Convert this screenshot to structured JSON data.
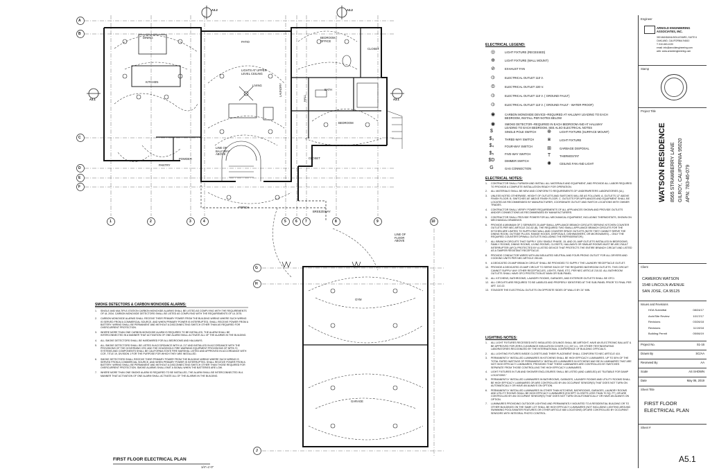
{
  "title_block": {
    "engineer_label": "Engineer",
    "engineer_name": "ARNOLD ENGINEERING ASSOCIATES, INC.",
    "engineer_address": "300 MANDANA BOULEVARD, SUITE 6",
    "engineer_city": "OAKLAND, CALIFORNIA 94610",
    "engineer_phone": "T: 510-663-1020",
    "engineer_email": "email: info@arnoldengineering.com",
    "engineer_web": "web: www.arnoldengineering.com",
    "stamp_label": "Stamp",
    "project_title_label": "Project Title",
    "project_name": "WATSON RESIDENCE",
    "project_address": "8565 STRAWBERRY LANE",
    "project_city": "GILROY, CALIFORNIA 95020",
    "project_apn": "APN: 783-46-079",
    "client_label": "Client",
    "client_name": "CAMERON WATSON",
    "client_address": "1548 LINCOLN AVENUE",
    "client_city": "SAN JOSE, CA 95125",
    "issues_label": "Issues and Revisions",
    "revisions": [
      {
        "name": "HOA Submittal",
        "date": "08/24/17"
      },
      {
        "name": "Arch/Site Review",
        "date": "10/17/17"
      },
      {
        "name": "Revisions",
        "date": "03/26/18"
      },
      {
        "name": "Revisions",
        "date": "11/19/18"
      },
      {
        "name": "Building Permit",
        "date": "05/06/19"
      }
    ],
    "project_no_label": "Project No.",
    "project_no": "S1-16",
    "drawn_by_label": "Drawn By",
    "drawn_by": "SC/AA",
    "reviewed_by_label": "Reviewed By",
    "reviewed_by": "AA",
    "scale_label": "Scale",
    "scale": "AS SHOWN",
    "date_label": "Date",
    "date": "May 06, 2019",
    "sheet_title_label": "Sheet Title",
    "sheet_title_1": "FIRST FLOOR",
    "sheet_title_2": "ELECTRICAL PLAN",
    "sheet_no_label": "Sheet #",
    "sheet_no": "A5.1"
  },
  "plan": {
    "grid_cols": [
      "1",
      "2",
      "3",
      "4",
      "5",
      "6",
      "7",
      "8",
      "9",
      "10"
    ],
    "grid_rows": [
      "A",
      "B",
      "C",
      "D",
      "E",
      "F",
      "G",
      "H",
      "J"
    ],
    "rooms": {
      "dining": "DINING",
      "kitchen": "KITCHEN",
      "patio": "PATIO",
      "living": "LIVING",
      "bedroom_office": "BEDROOM / OFFICE",
      "closet": "CLOSET",
      "bath": "BATH",
      "bedroom": "BEDROOM",
      "closet2": "CLOSET",
      "pantry": "PANTRY",
      "powder": "POWDER",
      "porch": "PORCH",
      "breezeway": "BREEZEWAY",
      "gym": "GYM",
      "garage": "GARAGE",
      "hall": "HALL",
      "laundry": "LAUNDRY"
    },
    "callouts": {
      "lights_upper": "LIGHTS AT UPPER LEVEL CEILING",
      "line_balcony": "LINE OF BALCONY ABOVE",
      "line_floor": "LINE OF FLOOR ABOVE"
    },
    "section_tags": [
      "A3.1",
      "A3.1",
      "A3.2",
      "A3.2"
    ],
    "plan_title": "FIRST FLOOR ELECTRICAL PLAN",
    "plan_scale": "1/4\"=1'-0\""
  },
  "smoke": {
    "title": "SMOKE DETECTORS & CARBON MONOXIDE ALARMS:",
    "items": [
      "SINGLE AND MULTIPLE-STATION CARBON MONOXIDE ALARMS SHALL BE LISTED AS COMPLYING WITH THE REQUIREMENTS OF UL 2034. CARBON MONOXIDE DETECTORS SHALL BE LISTED AS COMPLYING WITH THE REQUIREMENTS OF UL 2075.",
      "CARBON MONOXIDE ALARMS SHALL RECEIVE THEIR PRIMARY POWER FROM THE BUILDING WIRING WHERE SUCH WIRING IS SERVED FROM A COMMERCIAL SOURCE, AND WHEN PRIMARY POWER IS INTERRUPTED, SHALL RECEIVE POWER FROM A BATTERY. WIRING SHALL BE PERMANENT AND WITHOUT A DISCONNECTING SWITCH OTHER THAN AS REQUIRED FOR OVERCURRENT PROTECTION.",
      "WHERE MORE THAN ONE CARBON MONOXIDE ALARM IS REQUIRED TO BE INSTALLED, THE ALARM SHALL BE INTERCONNECTED IN A MANNER THAT ACTIVATION OF ONE ALARM SHALL ACTIVATE ALL OF THE ALARMS IN THE BUILDING.",
      "ALL SMOKE DETECTORS SHALL BE HARDWIRED FOR ALL BEDROOMS AND HALLWAYS.",
      "ALL SMOKE DETECTORS SHALL BE LISTED IN ACCORDANCE WITH UL 217 AND INSTALLED IN ACCORDANCE WITH THE PROVISIONS OF THE GOVERNING CRC AND THE HOUSEHOLD FIRE WARNING EQUIPMENT PROVISIONS OF NFPA 72. SYSTEMS AND COMPONENTS SHALL BE CALIFORNIA STATE FIRE MARSHAL LISTED AND APPROVED IN ACCORDANCE WITH CCR, TITLE 19, DIVISION 1 FOR THE PURPOSE FOR WHICH THEY ARE INSTALLED.",
      "SMOKE DETECTORS SHALL RECEIVE THEIR PRIMARY POWER FROM THE BUILDING WIRING WHERE SUCH WIRING IS SERVED FROM A COMMERCIAL SOURCE, AND WHEN PRIMARY POWER IS INTERRUPTED, SHALL RECEIVE POWER FROM A BATTERY. WIRING SHALL BE PERMANENT AND WITHOUT A DISCONNECTING SWITCH OTHER THAN THOSE REQUIRED FOR OVERCURRENT PROTECTION. SMOKE ALARMS SHALL EMIT A SIGNAL WHEN THE BATTERIES ARE LOW.",
      "WHERE MORE THAN ONE SMOKE ALARM IS REQUIRED TO BE INSTALLED, THE ALARM SHALL BE INTERCONNECTED IN A MANNER THAT ACTIVATION OF ONE ALARM SHALL ACTIVATE ALL OF THE ALARMS IN THE BUILDING."
    ]
  },
  "legend": {
    "title": "ELECTRICAL LEGEND:",
    "items": [
      {
        "symbol": "◎",
        "label": "LIGHT FIXTURE (RECESSED)"
      },
      {
        "symbol": "⊕",
        "label": "LIGHT FIXTURE (WALL MOUNT)"
      },
      {
        "symbol": "⊘",
        "label": "EXHAUST FAN"
      },
      {
        "symbol": "⦶",
        "label": "ELECTRICAL OUTLET 110 V."
      },
      {
        "symbol": "⦷",
        "label": "ELECTRICAL OUTLET 220 V."
      },
      {
        "symbol": "⦶",
        "label": "ELECTRICAL OUTLET 110 V. ( GROUND FAULT)"
      },
      {
        "symbol": "⦶",
        "label": "ELECTRICAL OUTLET 110 V. ( GROUND FAULT - WATER PROOF)"
      },
      {
        "symbol": "◉",
        "label": "CARBON MONOXIDE DEVICE--REQUIRED AT HALLWAY LEADING TO EACH BEDROOM, INSTALL PER NOTES BELOW"
      },
      {
        "symbol": "◉",
        "label": "SMOKE DETECTOR--REQUIRED IN EACH BEDROOM AND AT HALLWAY LEADING TO EACH BEDROOM, SEE ALSO ELECTRICAL NOTES"
      }
    ],
    "switches": [
      {
        "symbol": "$",
        "label": "SINGLE POLE SWITCH"
      },
      {
        "symbol": "$₃",
        "label": "THREE-WAY SWITCH"
      },
      {
        "symbol": "$₄",
        "label": "FOUR-WAY SWITCH"
      },
      {
        "symbol": "$₅",
        "label": "FIVE-WAY SWITCH"
      },
      {
        "symbol": "$D",
        "label": "DIMMER SWITCH"
      },
      {
        "symbol": "G",
        "label": "GAS CONNECTION"
      }
    ],
    "fixtures": [
      {
        "symbol": "⊕",
        "label": "LIGHT FIXTURE (SURFACE MOUNT)"
      },
      {
        "symbol": "⧆",
        "label": "LIGHT FIXTURE"
      },
      {
        "symbol": "⊞",
        "label": "GARBAGE DISPOSAL"
      },
      {
        "symbol": "T",
        "label": "THERMOSTAT"
      },
      {
        "symbol": "✺",
        "label": "CEILING FAN AND LIGHT"
      }
    ]
  },
  "elec_notes": {
    "title": "ELECTRICAL NOTES:",
    "items": [
      "CONTRACTOR SHALL FURNISH AND INSTALL ALL MATERIALS AND EQUIPMENT, AND PROVIDE ALL LABOR REQUIRED TO PROVIDE A COMPLETE INSTALLATION READY FOR OPERATION.",
      "ALL MATERIALS SHALL BE NEW AND CONFORM TO REQUIREMENTS OF UNDERWRITERS LABORATORIES (UL).",
      "UNLESS NOTED OTHERWISE, HEIGHT OF OUTLETS AND SWITCHES WILL BE AS FOLLOWS: A. OUTLETS 12\" ABOVE FINISH FLOOR. B. SWITCHES 48\" ABOVE FINISH FLOOR. C. OUTLETS FOR APPLIANCES AND EQUIPMENT SHALL BE LOCATED AS RECOMMENDED BY MANUFACTURER, COORDINATE OUTLET AND SWITCH LOCATIONS WITH OWNER TRADES.",
      "CONTRACTOR SHALL VERIFY POWER REQUIREMENTS OF ALL APPLIANCES SHOWN AND PROVIDE OUTLETS AND/OR CONNECTIONS AS RECOMMENDED BY MANUFACTURERS.",
      "CONTRACTOR SHALL PROVIDE POWER FOR ALL MECHANICAL EQUIPMENT, INCLUDING THERMOSTATS, SHOWN ON MECHANICAL DRAWINGS.",
      "PROVIDE A MINIMUM OF 2 SEPARATE 20-AMP SMALL APPLIANCE BRANCH CIRCUITS SERVING KITCHEN COUNTER OUTLETS PER NEC ARTICLE 210-52 (B). THE REQUIRED TWO SMALL APPLIANCE BRANCH CIRCUITS FOR THE KITCHEN ARE LIMITED TO SUPPLYING WALL AND COUNTER SPACE OUTLETS (NOTE THEY CANNOT SERVE THE DINING ROOM, OUTSIDE PLUGS, RANGE HOODS, DISPOSALS, DISHWASHERS, OR MICROWAVES) -- ONLY THE REQUIRED COUNTERTOP/WALL OUTLETS INCLUDING THE REFRIGERATOR.)",
      "ALL BRANCH CIRCUITS THAT SUPPLY 120V SINGLE PHASE, 15- AND 20- AMP OUTLETS INSTALLED IN BEDROOMS, FAMILY ROOMS, DINING ROOMS, LIVING ROOMS, CLOSETS, HALLWAYS OR SIMILAR ROOMS MUST BE ARC-FAULT INTERRUPTER (AFCI) PROTECTED BY A LISTED DEVICE THAT PROTECTS THE ENTIRE BRANCH CIRCUIT AND LISTED AS A TAMPER RESISTANT RECEPTACLE.",
      "PROVIDE CONDUCTOR WIRES WITH AN INSULATED NEUTRAL AND FOUR-PRONG OUTLET FOR ALL DRYERS AND COOKING UNITS PER NEC ARTICLE 250-60.",
      "A DEDICATED 20 AMP BRANCH CIRCUIT SHALL BE PROVIDED TO SUPPLY THE LAUNDRY RECEPTACLE OUTLET.",
      "PROVIDE A DEDICATED 20 AMP CIRCUIT TO SERVE EACH OF THE REQUIRED BATHROOM OUTLETS. THIS CIRCUIT CANNOT SUPPLY ANY OTHER RECEPTACLES, LIGHTS, FANS, ETC. PER NEC ARTICLE 210-52. ALL BATHROOM OUTLETS SHALL HAVE GFCI PROTECTION AT MAIN OR SUB-PANEL.",
      "ALL KITCHENS, BATHROOMS, LAUNDRY ROOMS, GARAGES, AND EXTERIOR OUTLETS SHALL BE GFCI.",
      "ALL CIRCUITS ARE REQUIRED TO BE LABELED AND PROPERLY IDENTIFIED AT THE SUB-PANEL PRIOR TO FINAL PER ART. 110.22.",
      "STAGGER THE ELECTRICAL OUTLETS ON OPPOSITE SIDES OF WALLS BY 24\" MIN."
    ]
  },
  "light_notes": {
    "title": "LIGHTING NOTES:",
    "items": [
      "ALL LIGHT FIXTURES RECESSED INTO INSULATED CEILINGS SHALL BE AIRTIGHT, HAVE AN ELECTRONIC BALLAST & BE APPROVED FOR ZERO-CLEARANCE INSULATION COVER (I.C.) BY U.L. OR OTHER TESTING/RATING LABORATORIES RECOGNIZED BY THE INTERNATIONAL CONFERENCE OF BUILDING OFFICIALS.",
      "ALL LIGHTING FIXTURES INSIDE CLOSETS AND THEIR PLACEMENT SHALL CONFORM TO NEC ARTICLE 410.",
      "PERMANENTLY INSTALLED LUMINAIRES IN KITCHENS SHALL BE HIGH EFFICACY LUMINAIRES. UP TO 50% OF THE TOTAL RATED WATTAGE OF PERMANENTLY INSTALLED LUMINAIRES IN KITCHENS MAY BE IN LUMINAIRES THAT ARE NOT HIGH EFFICACY LUMINAIRES, PROVIDED THAT THESE LUMINAIRES ARE CONTROLLED BY SWITCHES SEPARATE FROM THOSE CONTROLLING THE HIGH EFFICACY LUMINAIRES.",
      "LIGHT FIXTURES IN TUB AND SHOWER ENCLOSURES SHALL BE LISTED (AND LABELED) AS \"SUITABLE FOR DAMP LOCATIONS.\"",
      "PERMANENTLY INSTALLED LUMINAIRES IN BATHROOMS, GARAGES, LAUNDRY ROOMS AND UTILITY ROOMS SHALL BE HIGH EFFICACY LUMINAIRES OR ARE CONTROLLED BY AN OCCUPANT SENSOR(S) THAT DOES NOT TURN ON AUTOMATICALLY OR HAVE AN ALWAYS ON OPTION.",
      "PERMANENTLY INSTALLED LUMINAIRES IN OTHER THAN KITCHENS, BATHROOMS, GARAGES, LAUNDRY ROOMS AND UTILITY ROOMS SHALL BE HIGH EFFICACY LUMINAIRES (EXCEPT CLOSETS LESS THAN 70 SQ. FT.) OR ARE CONTROLLED BY AN OCCUPANT SENSOR(S) THAT DOES NOT TURN ON AUTOMATICALLY OR HAVE AN ALWAYS ON OPTION.",
      "LUMINAIRES PROVIDING OUTDOOR LIGHTING AND PERMANENTLY MOUNTED TO A RESIDENTIAL BUILDING OR TO OTHER BUILDINGS ON THE SAME LOT SHALL BE HIGH EFFICACY LUMINAIRES (NOT INCLUDING LIGHTING AROUND SWIMMING POOLS/WATER FEATURES OR OTHER ARTICLE 680 LOCATIONS) OR ARE CONTROLLED BY OCCUPANT SENSORS WITH INTEGRAL PHOTO CONTROL."
    ]
  }
}
